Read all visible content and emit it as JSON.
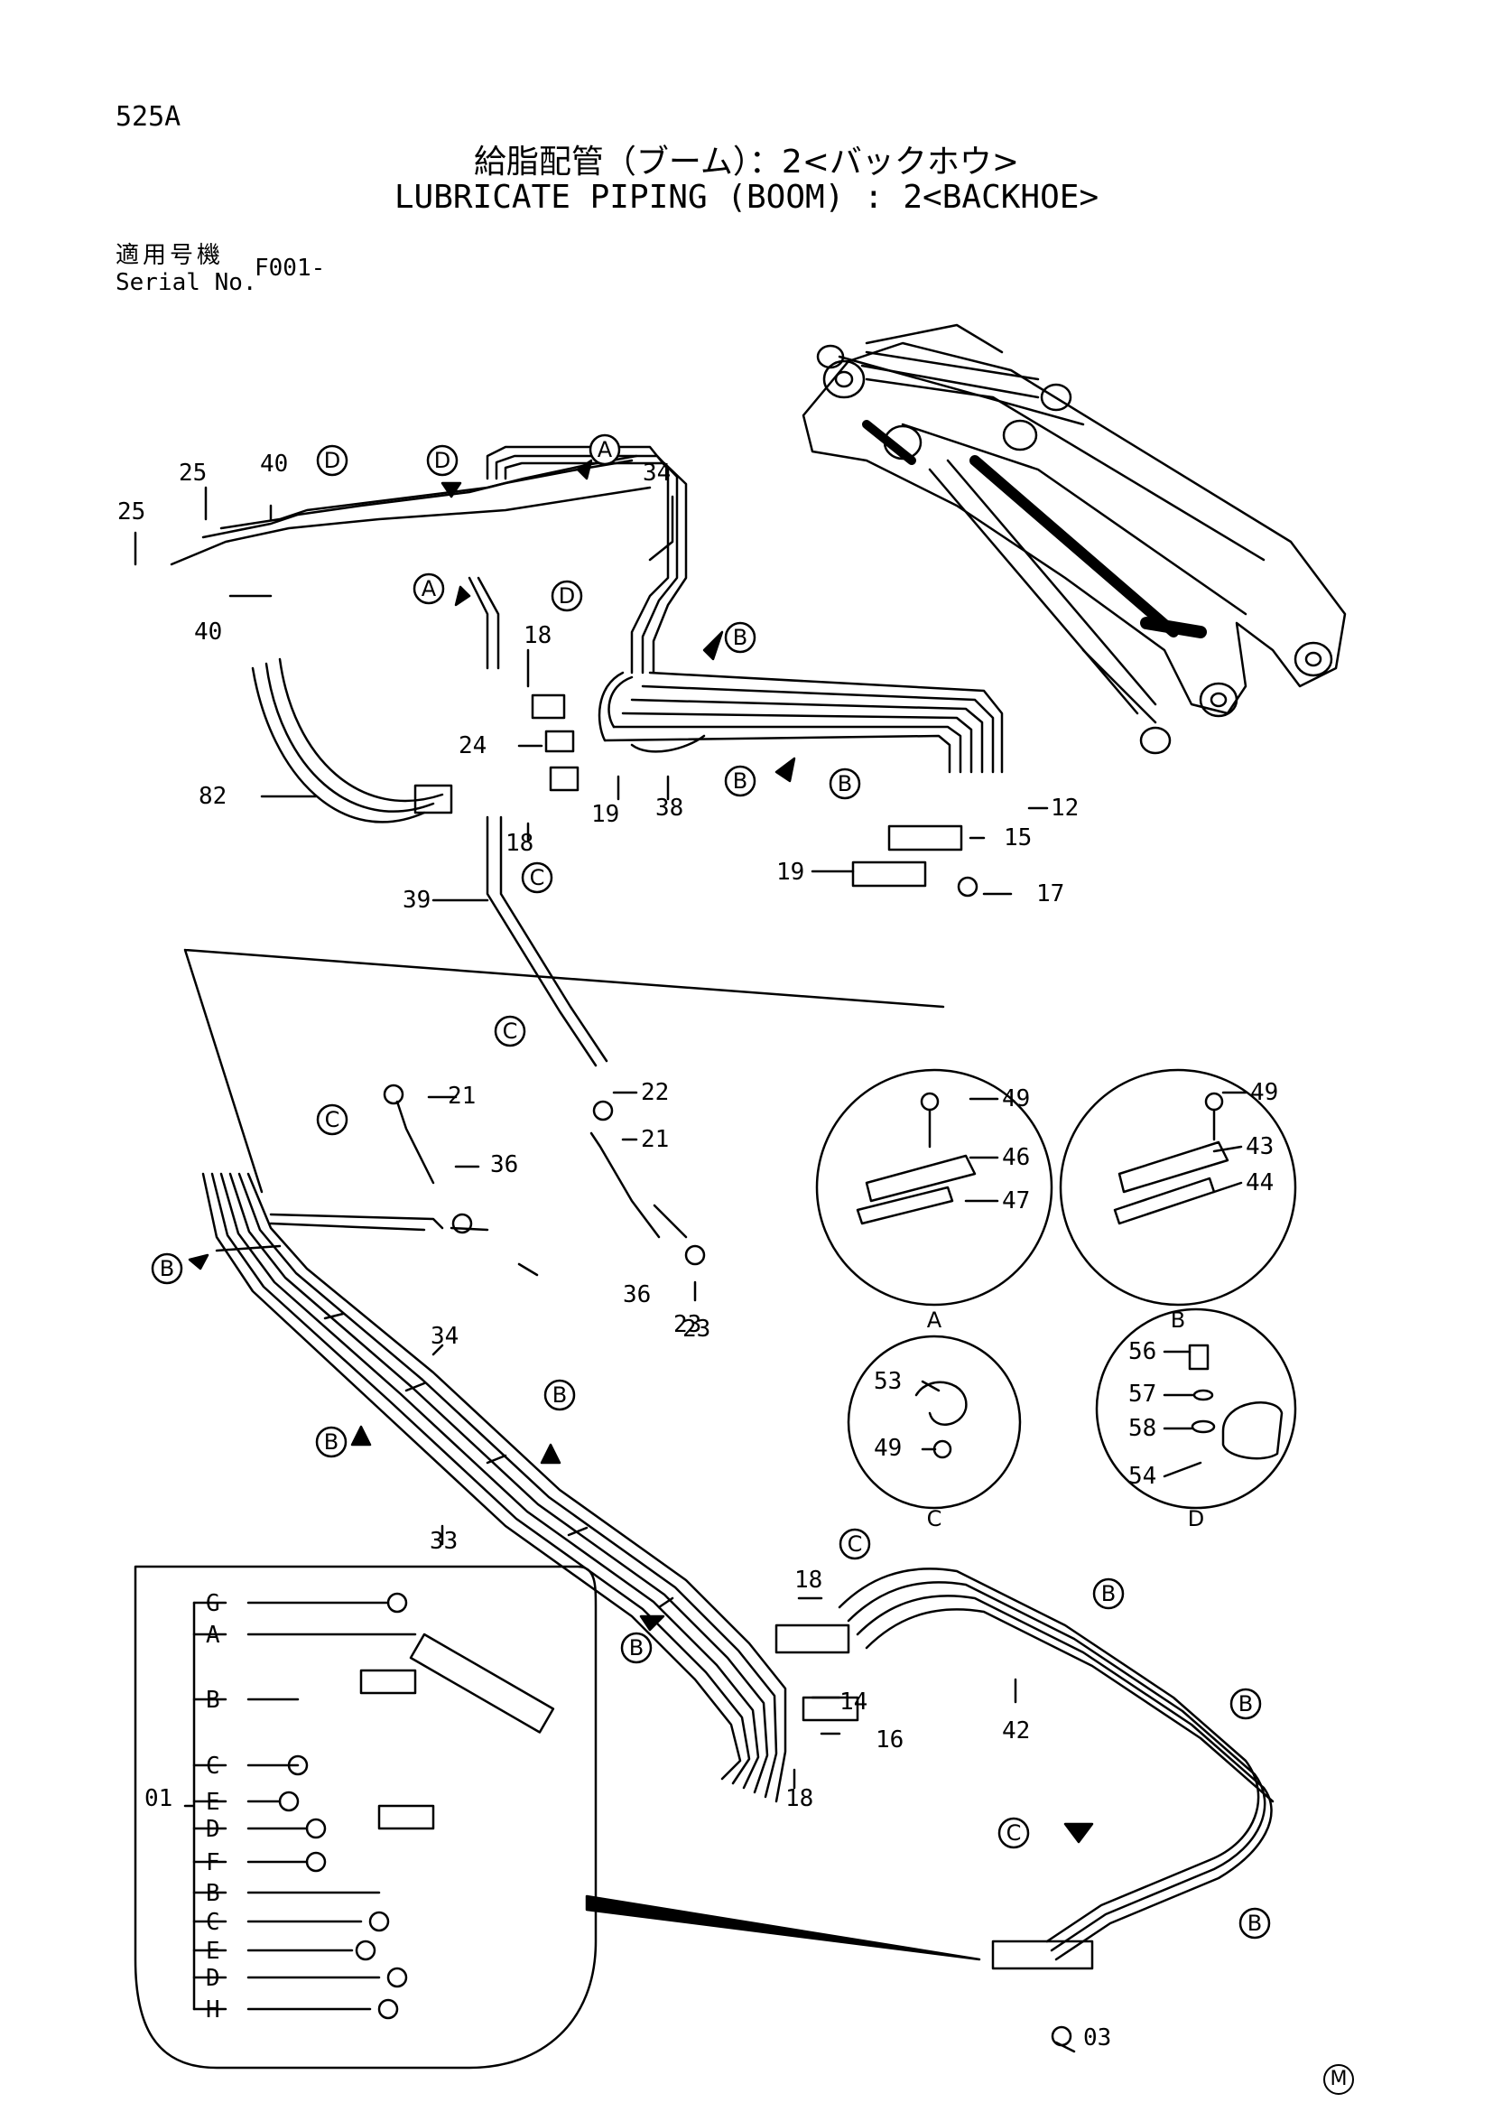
{
  "header": {
    "page_number": "525A",
    "title_jp": "給脂配管（ブーム）：2<バックホウ>",
    "title_en": "LUBRICATE PIPING (BOOM) : 2<BACKHOE>",
    "serial_label_jp": "適用号機",
    "serial_label_en": "Serial No.",
    "serial_value": "F001-"
  },
  "part_labels": [
    "25",
    "25",
    "40",
    "40",
    "34",
    "18",
    "24",
    "82",
    "18",
    "19",
    "38",
    "12",
    "15",
    "19",
    "17",
    "39",
    "22",
    "21",
    "21",
    "36",
    "36",
    "23",
    "23",
    "34",
    "33",
    "18",
    "14",
    "16",
    "18",
    "42",
    "03",
    "49",
    "46",
    "47",
    "49",
    "43",
    "44",
    "53",
    "49",
    "56",
    "57",
    "58",
    "54",
    "01"
  ],
  "callouts": [
    "A",
    "B",
    "C",
    "D"
  ],
  "detail_captions": [
    "A",
    "B",
    "C",
    "D"
  ],
  "inset_labels": [
    "G",
    "A",
    "B",
    "C",
    "E",
    "D",
    "F",
    "B",
    "C",
    "E",
    "D",
    "H"
  ],
  "footer_mark": "M"
}
